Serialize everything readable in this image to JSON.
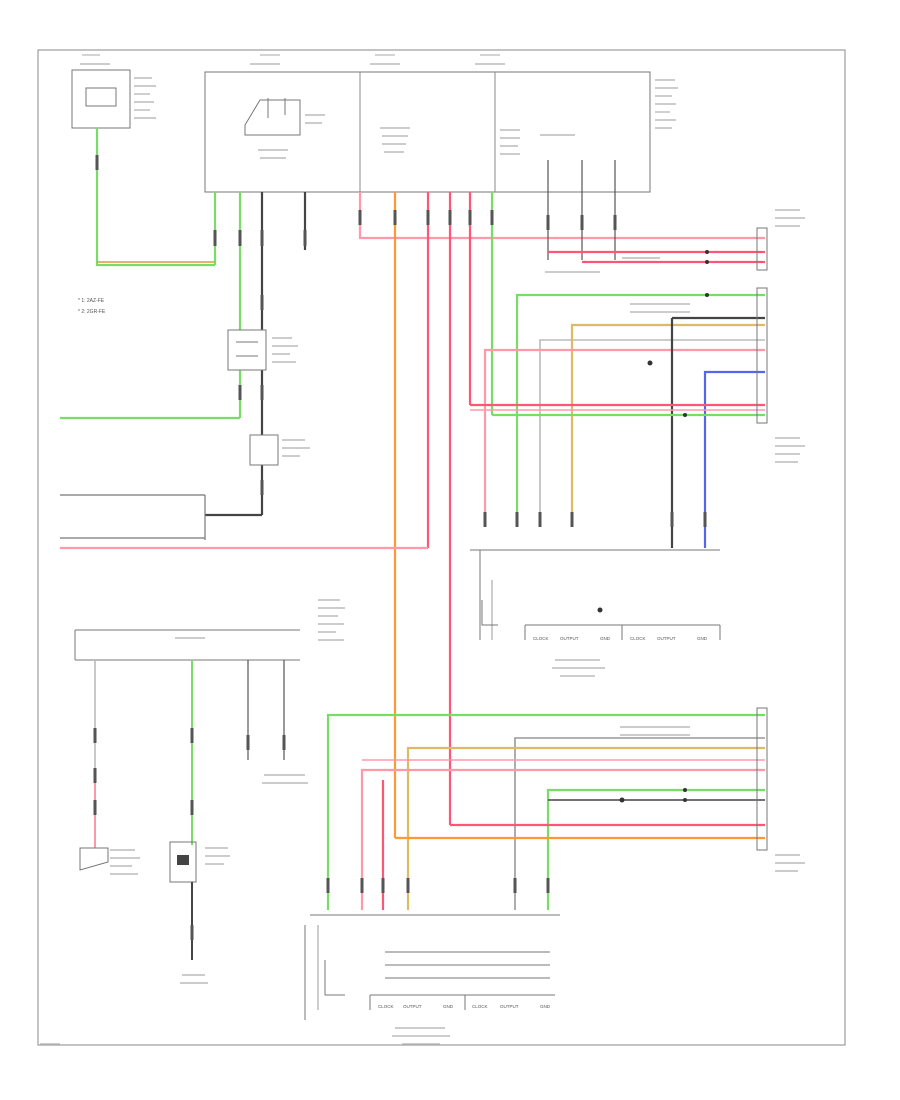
{
  "wire_colors": {
    "green": "#77dd66",
    "red": "#ff5577",
    "pink": "#ff99aa",
    "orange": "#ff9933",
    "tan": "#ddbb66",
    "blue": "#5566ee",
    "gray": "#999999",
    "dark": "#333333",
    "orange_brown": "#dd9944"
  },
  "labels": {
    "legend_1": "* 1: 2AZ-FE",
    "legend_2": "* 2: 2GR-FE",
    "sensor_left": "CLOCK",
    "sensor_right": "OUTPUT",
    "sensor_gnd": "GND"
  }
}
